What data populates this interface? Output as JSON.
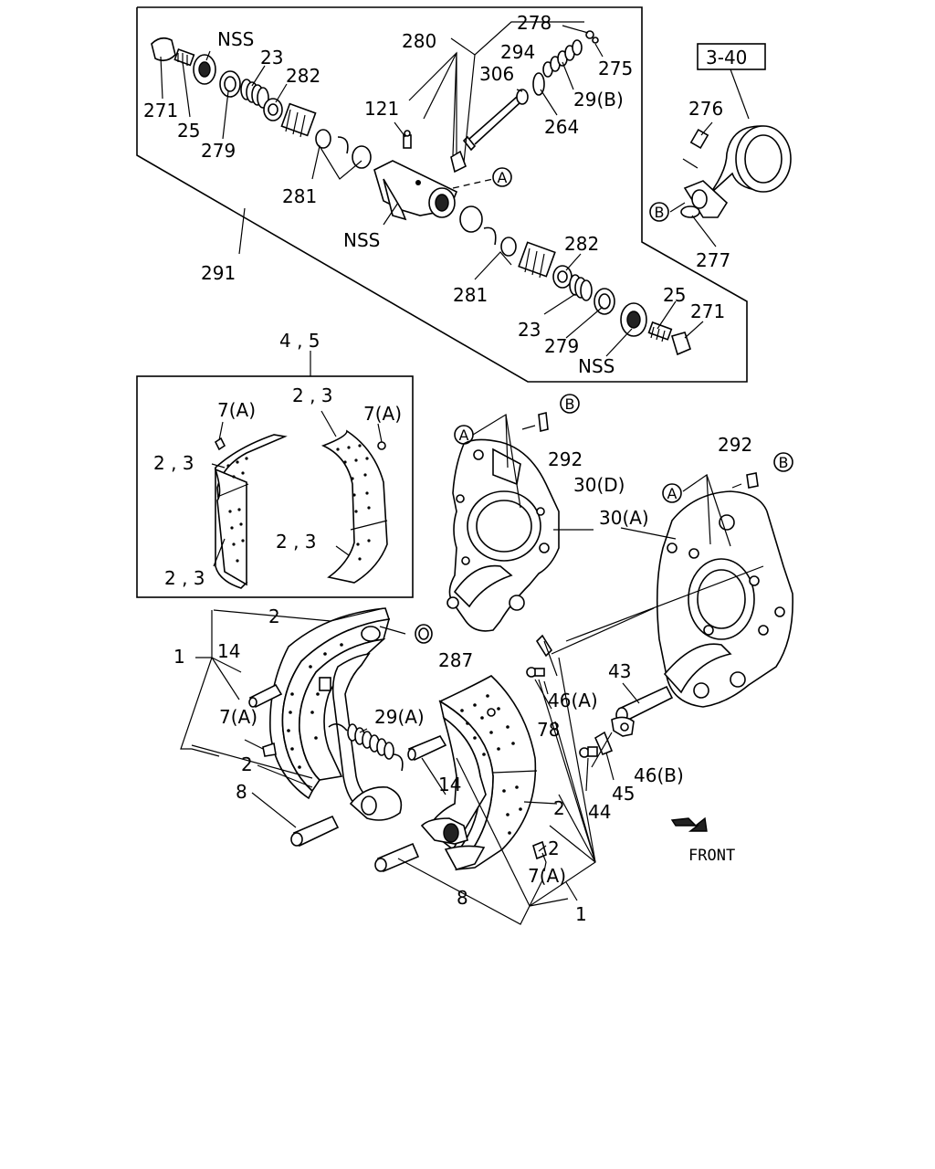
{
  "callouts": {
    "nss_top": "NSS",
    "p23_top": "23",
    "p282_top": "282",
    "p280": "280",
    "p294": "294",
    "p278": "278",
    "p275": "275",
    "p306": "306",
    "p29b": "29(B)",
    "p264": "264",
    "p121": "121",
    "p271_top": "271",
    "p25_top": "25",
    "p279_top": "279",
    "p281_top": "281",
    "nss_mid": "NSS",
    "p291": "291",
    "p282_bot": "282",
    "p281_bot": "281",
    "p23_bot": "23",
    "p279_bot": "279",
    "p25_bot": "25",
    "p271_bot": "271",
    "nss_bot": "NSS",
    "ref_340": "3-40",
    "p276": "276",
    "p277": "277",
    "p45_kit": "4 , 5",
    "p7a_k1": "7(A)",
    "p23_k1": "2 , 3",
    "p7a_k2": "7(A)",
    "p23_k2": "2 , 3",
    "p23_k3": "2 , 3",
    "p23_k4": "2 , 3",
    "p292_a": "292",
    "p30d": "30(D)",
    "p292_b": "292",
    "p30a": "30(A)",
    "p2_a": "2",
    "p1_a": "1",
    "p14_a": "14",
    "p7a_a": "7(A)",
    "p2_b": "2",
    "p8_a": "8",
    "p287": "287",
    "p29a": "29(A)",
    "p43": "43",
    "p46a": "46(A)",
    "p78": "78",
    "p14_b": "14",
    "p46b": "46(B)",
    "p45": "45",
    "p44": "44",
    "p2_c": "2",
    "p2_d": "2",
    "p7a_b": "7(A)",
    "p8_b": "8",
    "p1_b": "1",
    "front": "FRONT"
  },
  "markers": {
    "a": "A",
    "b": "B"
  }
}
